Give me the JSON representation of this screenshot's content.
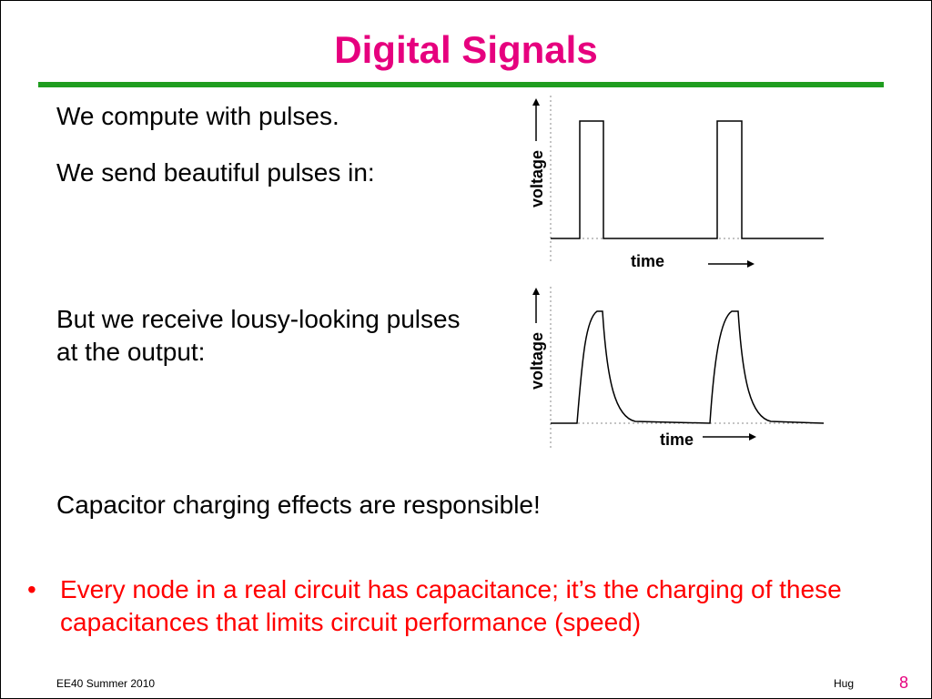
{
  "slide": {
    "title": "Digital Signals",
    "lines": [
      "We compute with pulses.",
      "We send beautiful pulses in:",
      "But we receive lousy-looking pulses at the output:",
      "Capacitor charging effects are responsible!"
    ],
    "bullet": "Every node in a real circuit has capacitance; it’s the charging of these capacitances that limits circuit performance (speed)",
    "footer_left": "EE40 Summer 2010",
    "footer_author": "Hug",
    "page_number": "8"
  },
  "plots": {
    "input": {
      "ylabel": "voltage",
      "xlabel": "time"
    },
    "output": {
      "ylabel": "voltage",
      "xlabel": "time"
    }
  },
  "colors": {
    "title": "#e6007e",
    "rule": "#1f9d1f",
    "bullet": "#ff0000",
    "page_number": "#e6007e"
  }
}
